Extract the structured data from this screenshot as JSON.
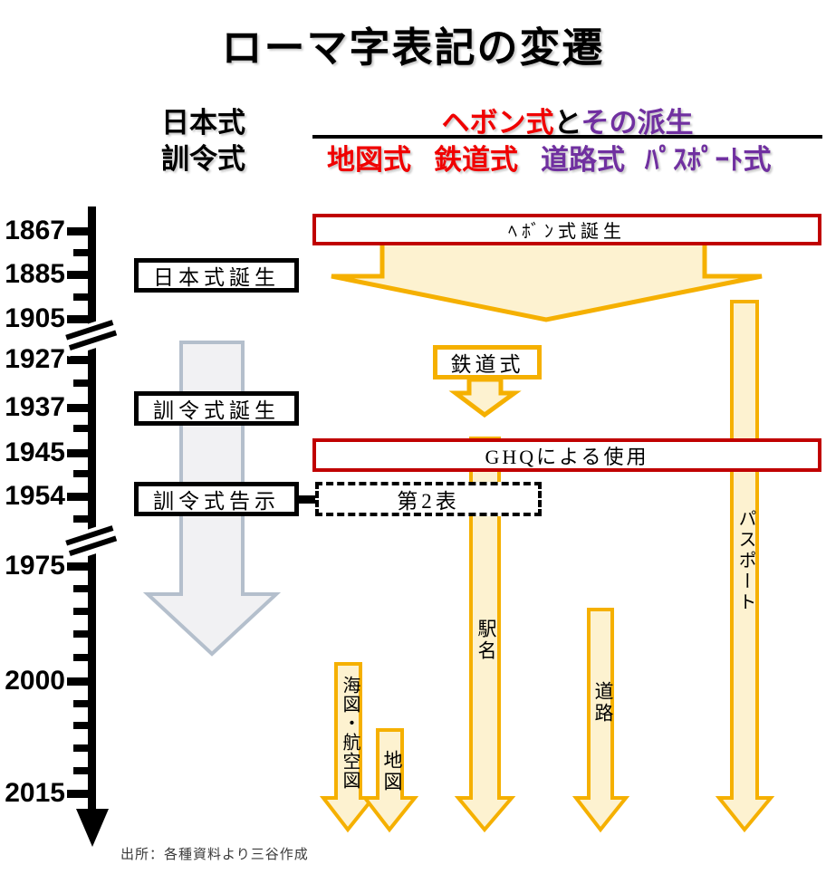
{
  "title": "ローマ字表記の変遷",
  "header": {
    "nihon_shiki": "日本式",
    "kunrei_shiki": "訓令式",
    "hepburn_segments": {
      "red": "ヘボン式",
      "black": "と",
      "purple": "その派生"
    },
    "map_shiki": "地図式",
    "tetsudo_shiki": "鉄道式",
    "doro_shiki": "道路式",
    "passport_shiki": "ﾊﾟｽﾎﾟｰﾄ式"
  },
  "timeline": {
    "years": [
      "1867",
      "1885",
      "1905",
      "1927",
      "1937",
      "1945",
      "1954",
      "1975",
      "2000",
      "2015"
    ]
  },
  "boxes": {
    "hepburn_birth": "ﾍﾎﾞﾝ式誕生",
    "nihon_birth": "日本式誕生",
    "tetsudo": "鉄道式",
    "kunrei_birth": "訓令式誕生",
    "ghq_use": "GHQによる使用",
    "kunrei_notice": "訓令式告示",
    "table2": "第2表"
  },
  "arrow_labels": {
    "ekimei": "駅名",
    "passport": "パスポート",
    "doro": "道路",
    "kaizu_kokuzu": "海図・航空図",
    "chizu": "地図"
  },
  "source": "出所：各種資料より三谷作成",
  "colors": {
    "red_border": "#C00000",
    "red_text": "#F00000",
    "purple_text": "#7030A0",
    "orange_stroke": "#F5B000",
    "cream_fill": "#FDF2D0",
    "gray_fill": "#F1F1F3",
    "gray_stroke": "#B4BFCC",
    "black": "#000000"
  }
}
